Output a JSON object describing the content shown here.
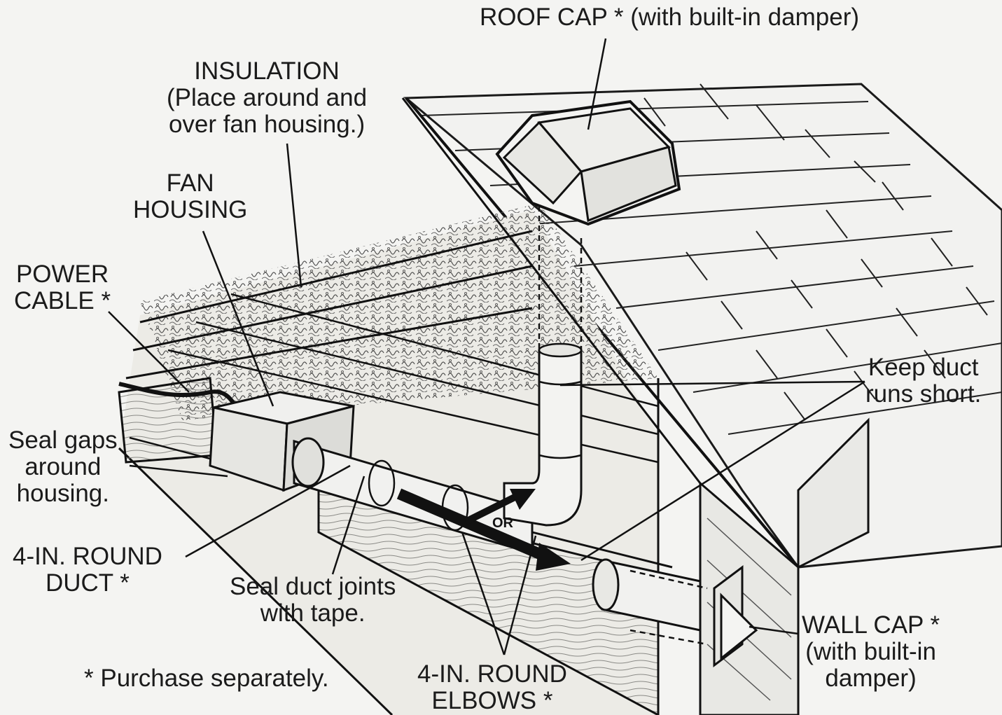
{
  "labels": {
    "roof_cap": "ROOF CAP * (with built-in damper)",
    "insulation": "INSULATION\n(Place around and\nover fan housing.)",
    "fan_housing": "FAN\nHOUSING",
    "power_cable": "POWER\nCABLE *",
    "seal_gaps": "Seal gaps\naround\nhousing.",
    "round_duct": "4-IN. ROUND\nDUCT *",
    "seal_joints": "Seal duct joints\nwith tape.",
    "purchase_note": "* Purchase separately.",
    "round_elbows": "4-IN. ROUND\nELBOWS *",
    "keep_short": "Keep duct\nruns short.",
    "wall_cap": "WALL CAP *\n(with built-in\ndamper)",
    "or_marker": "OR"
  },
  "colors": {
    "ink": "#1a1a1a",
    "paper": "#f4f4f2",
    "wood": "#e4e2dc"
  }
}
